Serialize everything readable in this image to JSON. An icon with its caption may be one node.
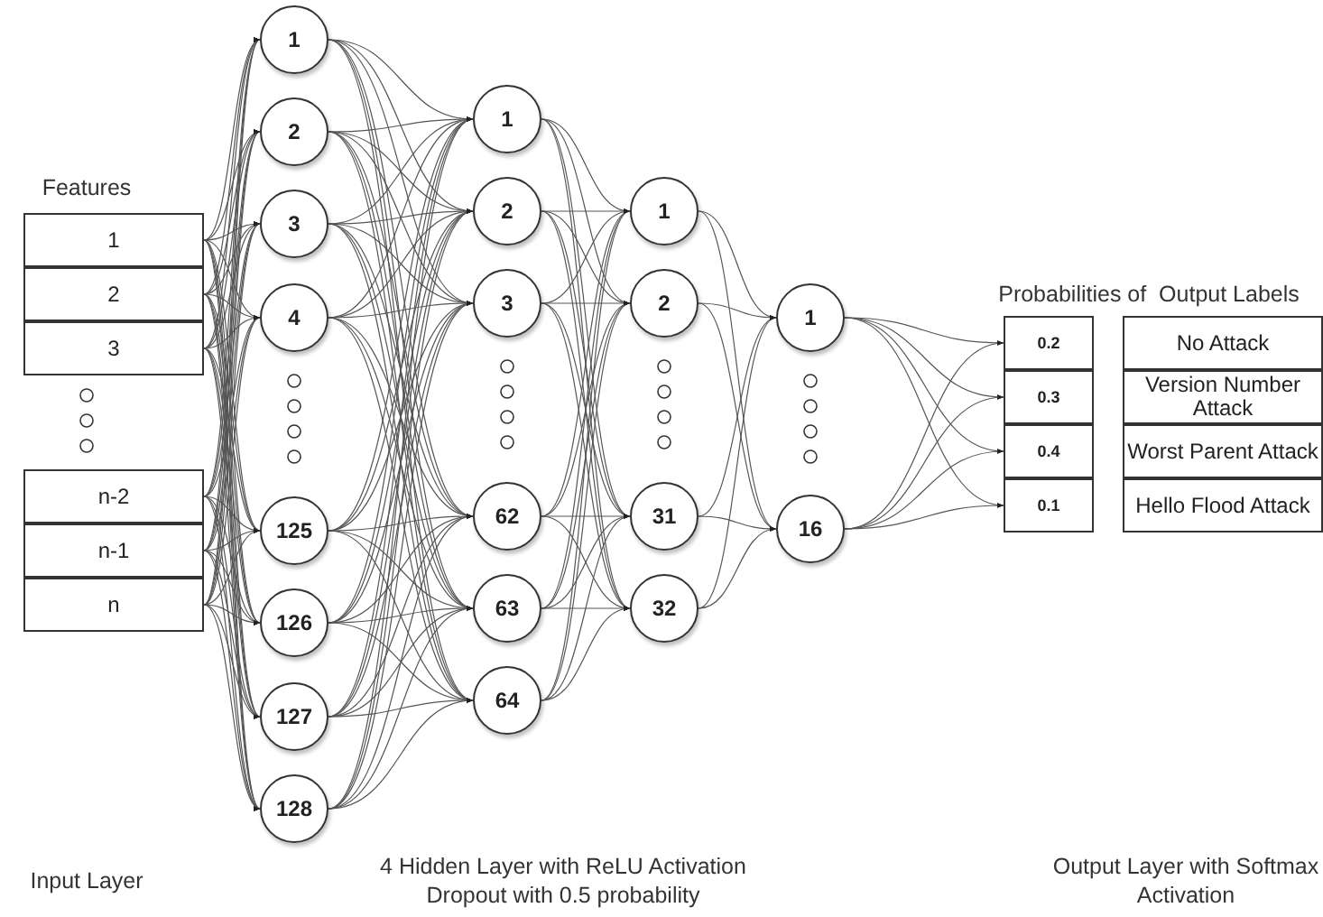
{
  "diagram": {
    "nodes": [
      {
        "text": [
          "1"
        ]
      },
      {
        "text": [
          "2"
        ]
      },
      {
        "text": [
          "3"
        ]
      },
      {
        "text": [
          "n-2"
        ]
      },
      {
        "text": [
          "n-1"
        ]
      },
      {
        "text": [
          "n"
        ]
      },
      {
        "text": [
          "1"
        ]
      },
      {
        "text": [
          "2"
        ]
      },
      {
        "text": [
          "3"
        ]
      },
      {
        "text": [
          "4"
        ]
      },
      {
        "text": [
          "125"
        ]
      },
      {
        "text": [
          "126"
        ]
      },
      {
        "text": [
          "127"
        ]
      },
      {
        "text": [
          "128"
        ]
      },
      {
        "text": [
          "1"
        ]
      },
      {
        "text": [
          "2"
        ]
      },
      {
        "text": [
          "3"
        ]
      },
      {
        "text": [
          "62"
        ]
      },
      {
        "text": [
          "63"
        ]
      },
      {
        "text": [
          "64"
        ]
      },
      {
        "text": [
          "1"
        ]
      },
      {
        "text": [
          "2"
        ]
      },
      {
        "text": [
          "31"
        ]
      },
      {
        "text": [
          "32"
        ]
      },
      {
        "text": [
          "1"
        ]
      },
      {
        "text": [
          "16"
        ]
      },
      {
        "text": [
          "0.2"
        ]
      },
      {
        "text": [
          "0.3"
        ]
      },
      {
        "text": [
          "0.4"
        ]
      },
      {
        "text": [
          "0.1"
        ]
      },
      {
        "text": [
          "No Attack"
        ]
      },
      {
        "text": [
          "Version Number Attack"
        ]
      },
      {
        "text": [
          "Worst Parent Attack"
        ]
      },
      {
        "text": [
          "Hello Flood Attack"
        ]
      }
    ],
    "edges": [
      {
        "from": 0,
        "to": 6,
        "arrow": "to"
      },
      {
        "from": 0,
        "to": 7,
        "arrow": "to"
      },
      {
        "from": 0,
        "to": 8,
        "arrow": "to"
      },
      {
        "from": 0,
        "to": 9,
        "arrow": "to"
      },
      {
        "from": 0,
        "to": 10,
        "arrow": "to"
      },
      {
        "from": 0,
        "to": 11,
        "arrow": "to"
      },
      {
        "from": 0,
        "to": 12,
        "arrow": "to"
      },
      {
        "from": 0,
        "to": 13,
        "arrow": "to"
      },
      {
        "from": 1,
        "to": 6,
        "arrow": "to"
      },
      {
        "from": 1,
        "to": 7,
        "arrow": "to"
      },
      {
        "from": 1,
        "to": 8,
        "arrow": "to"
      },
      {
        "from": 1,
        "to": 9,
        "arrow": "to"
      },
      {
        "from": 1,
        "to": 10,
        "arrow": "to"
      },
      {
        "from": 1,
        "to": 11,
        "arrow": "to"
      },
      {
        "from": 1,
        "to": 12,
        "arrow": "to"
      },
      {
        "from": 1,
        "to": 13,
        "arrow": "to"
      },
      {
        "from": 2,
        "to": 6,
        "arrow": "to"
      },
      {
        "from": 2,
        "to": 7,
        "arrow": "to"
      },
      {
        "from": 2,
        "to": 8,
        "arrow": "to"
      },
      {
        "from": 2,
        "to": 9,
        "arrow": "to"
      },
      {
        "from": 2,
        "to": 10,
        "arrow": "to"
      },
      {
        "from": 2,
        "to": 11,
        "arrow": "to"
      },
      {
        "from": 2,
        "to": 12,
        "arrow": "to"
      },
      {
        "from": 2,
        "to": 13,
        "arrow": "to"
      },
      {
        "from": 3,
        "to": 6,
        "arrow": "to"
      },
      {
        "from": 3,
        "to": 7,
        "arrow": "to"
      },
      {
        "from": 3,
        "to": 8,
        "arrow": "to"
      },
      {
        "from": 3,
        "to": 9,
        "arrow": "to"
      },
      {
        "from": 3,
        "to": 10,
        "arrow": "to"
      },
      {
        "from": 3,
        "to": 11,
        "arrow": "to"
      },
      {
        "from": 3,
        "to": 12,
        "arrow": "to"
      },
      {
        "from": 3,
        "to": 13,
        "arrow": "to"
      },
      {
        "from": 4,
        "to": 6,
        "arrow": "to"
      },
      {
        "from": 4,
        "to": 7,
        "arrow": "to"
      },
      {
        "from": 4,
        "to": 8,
        "arrow": "to"
      },
      {
        "from": 4,
        "to": 9,
        "arrow": "to"
      },
      {
        "from": 4,
        "to": 10,
        "arrow": "to"
      },
      {
        "from": 4,
        "to": 11,
        "arrow": "to"
      },
      {
        "from": 4,
        "to": 12,
        "arrow": "to"
      },
      {
        "from": 4,
        "to": 13,
        "arrow": "to"
      },
      {
        "from": 5,
        "to": 6,
        "arrow": "to"
      },
      {
        "from": 5,
        "to": 7,
        "arrow": "to"
      },
      {
        "from": 5,
        "to": 8,
        "arrow": "to"
      },
      {
        "from": 5,
        "to": 9,
        "arrow": "to"
      },
      {
        "from": 5,
        "to": 10,
        "arrow": "to"
      },
      {
        "from": 5,
        "to": 11,
        "arrow": "to"
      },
      {
        "from": 5,
        "to": 12,
        "arrow": "to"
      },
      {
        "from": 5,
        "to": 13,
        "arrow": "to"
      },
      {
        "from": 6,
        "to": 14,
        "arrow": "to"
      },
      {
        "from": 6,
        "to": 15,
        "arrow": "to"
      },
      {
        "from": 6,
        "to": 16,
        "arrow": "to"
      },
      {
        "from": 6,
        "to": 17,
        "arrow": "to"
      },
      {
        "from": 6,
        "to": 18,
        "arrow": "to"
      },
      {
        "from": 6,
        "to": 19,
        "arrow": "to"
      },
      {
        "from": 7,
        "to": 14,
        "arrow": "to"
      },
      {
        "from": 7,
        "to": 15,
        "arrow": "to"
      },
      {
        "from": 7,
        "to": 16,
        "arrow": "to"
      },
      {
        "from": 7,
        "to": 17,
        "arrow": "to"
      },
      {
        "from": 7,
        "to": 18,
        "arrow": "to"
      },
      {
        "from": 7,
        "to": 19,
        "arrow": "to"
      },
      {
        "from": 8,
        "to": 14,
        "arrow": "to"
      },
      {
        "from": 8,
        "to": 15,
        "arrow": "to"
      },
      {
        "from": 8,
        "to": 16,
        "arrow": "to"
      },
      {
        "from": 8,
        "to": 17,
        "arrow": "to"
      },
      {
        "from": 8,
        "to": 18,
        "arrow": "to"
      },
      {
        "from": 8,
        "to": 19,
        "arrow": "to"
      },
      {
        "from": 9,
        "to": 14,
        "arrow": "to"
      },
      {
        "from": 9,
        "to": 15,
        "arrow": "to"
      },
      {
        "from": 9,
        "to": 16,
        "arrow": "to"
      },
      {
        "from": 9,
        "to": 17,
        "arrow": "to"
      },
      {
        "from": 9,
        "to": 18,
        "arrow": "to"
      },
      {
        "from": 9,
        "to": 19,
        "arrow": "to"
      },
      {
        "from": 10,
        "to": 14,
        "arrow": "to"
      },
      {
        "from": 10,
        "to": 15,
        "arrow": "to"
      },
      {
        "from": 10,
        "to": 16,
        "arrow": "to"
      },
      {
        "from": 10,
        "to": 17,
        "arrow": "to"
      },
      {
        "from": 10,
        "to": 18,
        "arrow": "to"
      },
      {
        "from": 10,
        "to": 19,
        "arrow": "to"
      },
      {
        "from": 11,
        "to": 14,
        "arrow": "to"
      },
      {
        "from": 11,
        "to": 15,
        "arrow": "to"
      },
      {
        "from": 11,
        "to": 16,
        "arrow": "to"
      },
      {
        "from": 11,
        "to": 17,
        "arrow": "to"
      },
      {
        "from": 11,
        "to": 18,
        "arrow": "to"
      },
      {
        "from": 11,
        "to": 19,
        "arrow": "to"
      },
      {
        "from": 12,
        "to": 14,
        "arrow": "to"
      },
      {
        "from": 12,
        "to": 15,
        "arrow": "to"
      },
      {
        "from": 12,
        "to": 16,
        "arrow": "to"
      },
      {
        "from": 12,
        "to": 17,
        "arrow": "to"
      },
      {
        "from": 12,
        "to": 18,
        "arrow": "to"
      },
      {
        "from": 12,
        "to": 19,
        "arrow": "to"
      },
      {
        "from": 13,
        "to": 14,
        "arrow": "to"
      },
      {
        "from": 13,
        "to": 15,
        "arrow": "to"
      },
      {
        "from": 13,
        "to": 16,
        "arrow": "to"
      },
      {
        "from": 13,
        "to": 17,
        "arrow": "to"
      },
      {
        "from": 13,
        "to": 18,
        "arrow": "to"
      },
      {
        "from": 13,
        "to": 19,
        "arrow": "to"
      },
      {
        "from": 14,
        "to": 20,
        "arrow": "to"
      },
      {
        "from": 14,
        "to": 21,
        "arrow": "to"
      },
      {
        "from": 14,
        "to": 22,
        "arrow": "to"
      },
      {
        "from": 14,
        "to": 23,
        "arrow": "to"
      },
      {
        "from": 15,
        "to": 20,
        "arrow": "to"
      },
      {
        "from": 15,
        "to": 21,
        "arrow": "to"
      },
      {
        "from": 15,
        "to": 22,
        "arrow": "to"
      },
      {
        "from": 15,
        "to": 23,
        "arrow": "to"
      },
      {
        "from": 16,
        "to": 20,
        "arrow": "to"
      },
      {
        "from": 16,
        "to": 21,
        "arrow": "to"
      },
      {
        "from": 16,
        "to": 22,
        "arrow": "to"
      },
      {
        "from": 16,
        "to": 23,
        "arrow": "to"
      },
      {
        "from": 17,
        "to": 20,
        "arrow": "to"
      },
      {
        "from": 17,
        "to": 21,
        "arrow": "to"
      },
      {
        "from": 17,
        "to": 22,
        "arrow": "to"
      },
      {
        "from": 17,
        "to": 23,
        "arrow": "to"
      },
      {
        "from": 18,
        "to": 20,
        "arrow": "to"
      },
      {
        "from": 18,
        "to": 21,
        "arrow": "to"
      },
      {
        "from": 18,
        "to": 22,
        "arrow": "to"
      },
      {
        "from": 18,
        "to": 23,
        "arrow": "to"
      },
      {
        "from": 19,
        "to": 20,
        "arrow": "to"
      },
      {
        "from": 19,
        "to": 21,
        "arrow": "to"
      },
      {
        "from": 19,
        "to": 22,
        "arrow": "to"
      },
      {
        "from": 19,
        "to": 23,
        "arrow": "to"
      },
      {
        "from": 20,
        "to": 24,
        "arrow": "to"
      },
      {
        "from": 20,
        "to": 25,
        "arrow": "to"
      },
      {
        "from": 21,
        "to": 24,
        "arrow": "to"
      },
      {
        "from": 21,
        "to": 25,
        "arrow": "to"
      },
      {
        "from": 22,
        "to": 24,
        "arrow": "to"
      },
      {
        "from": 22,
        "to": 25,
        "arrow": "to"
      },
      {
        "from": 23,
        "to": 24,
        "arrow": "to"
      },
      {
        "from": 23,
        "to": 25,
        "arrow": "to"
      },
      {
        "from": 24,
        "to": 26,
        "arrow": "to"
      },
      {
        "from": 24,
        "to": 27,
        "arrow": "to"
      },
      {
        "from": 24,
        "to": 28,
        "arrow": "to"
      },
      {
        "from": 24,
        "to": 29,
        "arrow": "to"
      },
      {
        "from": 25,
        "to": 26,
        "arrow": "to"
      },
      {
        "from": 25,
        "to": 27,
        "arrow": "to"
      },
      {
        "from": 25,
        "to": 28,
        "arrow": "to"
      },
      {
        "from": 25,
        "to": 29,
        "arrow": "to"
      }
    ],
    "labels": [
      "Features",
      "Probabilities of  Output Labels",
      "Input Layer",
      "4 Hidden Layer with ReLU Activation Dropout with 0.5 probability",
      "Output Layer with Softmax Activation"
    ]
  }
}
